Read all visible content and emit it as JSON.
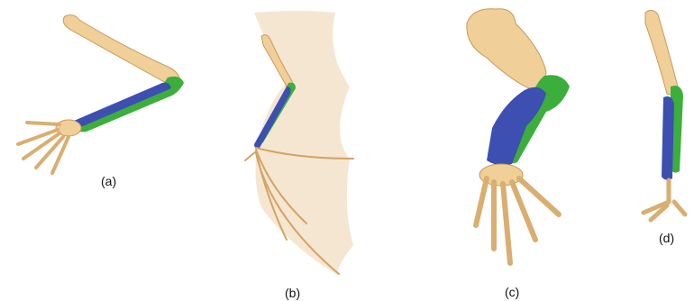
{
  "panels": {
    "a": {
      "label": "(a)"
    },
    "b": {
      "label": "(b)"
    },
    "c": {
      "label": "(c)"
    },
    "d": {
      "label": "(d)"
    }
  },
  "colors": {
    "bone": "#f0cf98",
    "bone_outline": "#c99a5a",
    "radius": "#3d4fb0",
    "ulna": "#3cae3c",
    "wing_membrane": "#f4e3cd",
    "background": "#ffffff",
    "text": "#111111"
  }
}
